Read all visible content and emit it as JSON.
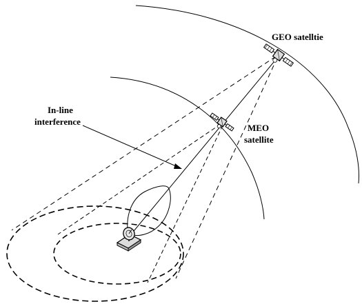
{
  "labels": {
    "geo": "GEO satelltie",
    "meo_line1": "MEO",
    "meo_line2": "satellite",
    "inline_line1": "In-line",
    "inline_line2": "interference"
  },
  "colors": {
    "stroke": "#000000",
    "background": "#ffffff",
    "fill_light": "#dddddd"
  },
  "icons": [
    "geo-satellite-icon",
    "meo-satellite-icon",
    "ground-station-icon"
  ]
}
